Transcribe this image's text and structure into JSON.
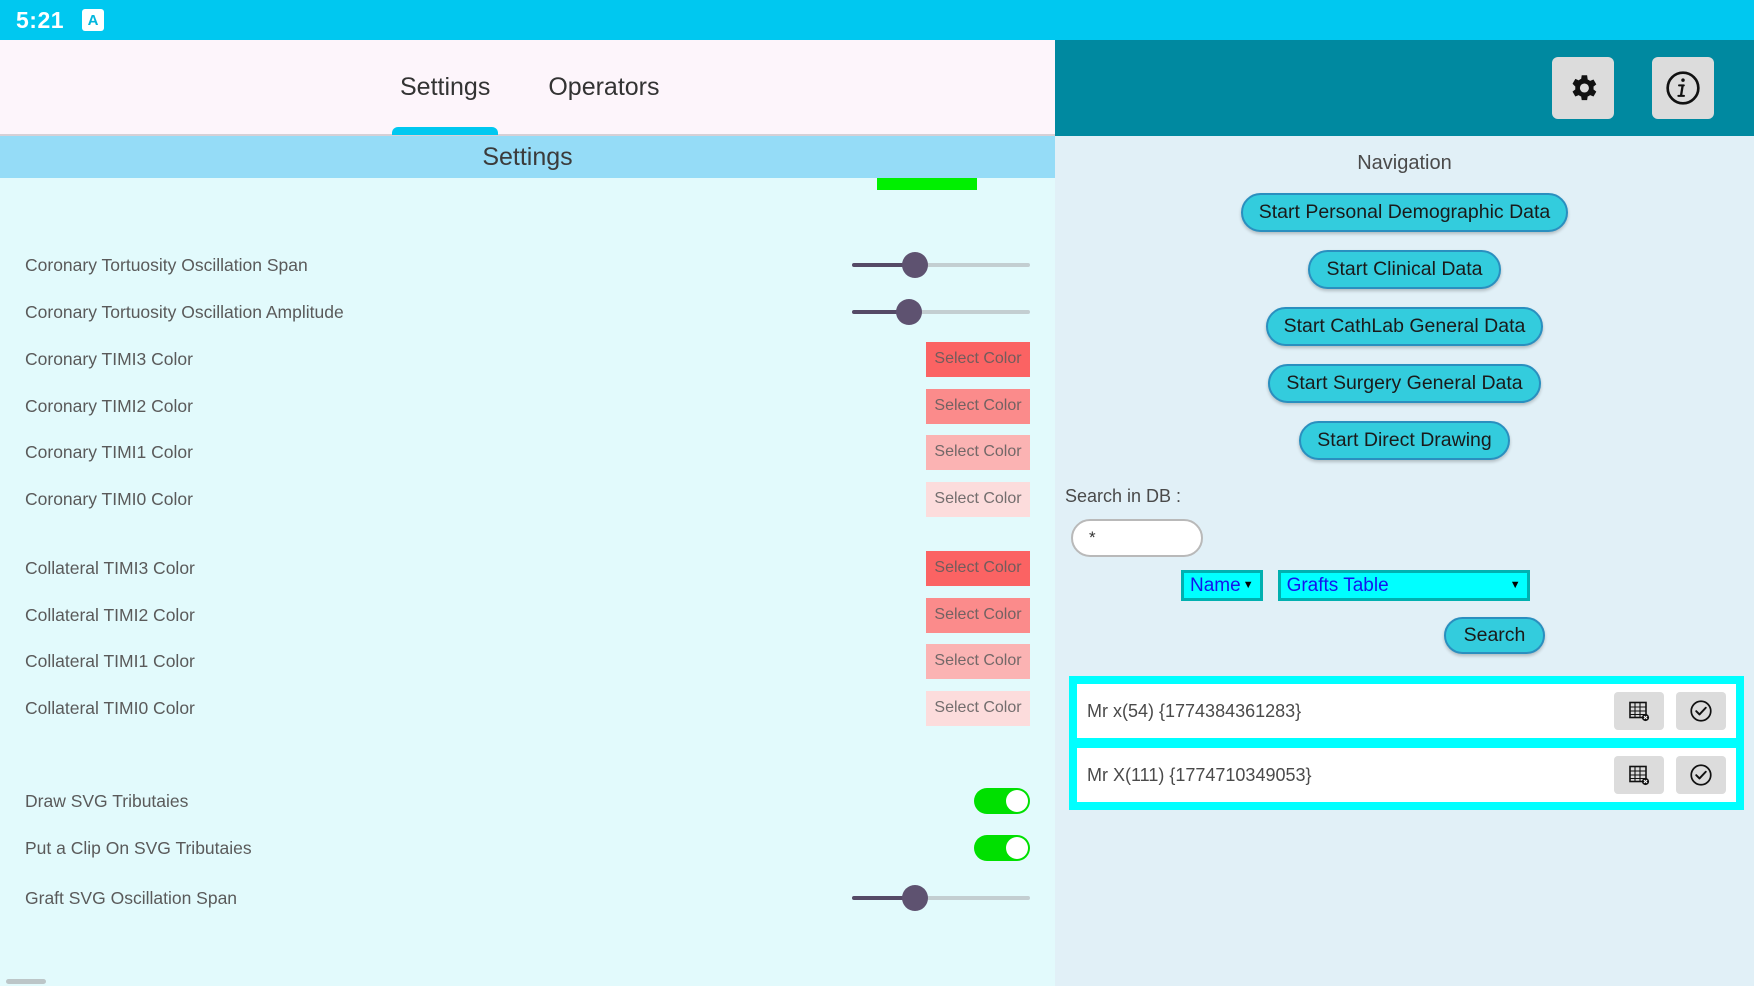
{
  "statusbar": {
    "time": "5:21",
    "app_badge_letter": "A"
  },
  "tabs": [
    {
      "label": "Settings",
      "active": true
    },
    {
      "label": "Operators",
      "active": false
    }
  ],
  "section": {
    "title": "Settings"
  },
  "settings": {
    "rows": [
      {
        "label": "Coronary Tortuosity Oscillation Span",
        "type": "slider",
        "value": 33
      },
      {
        "label": "Coronary Tortuosity Oscillation Amplitude",
        "type": "slider",
        "value": 30
      },
      {
        "label": "Coronary TIMI3 Color",
        "type": "color",
        "button_label": "Select Color",
        "color": "#fb6363"
      },
      {
        "label": "Coronary TIMI2 Color",
        "type": "color",
        "button_label": "Select Color",
        "color": "#fb8b8b"
      },
      {
        "label": "Coronary TIMI1 Color",
        "type": "color",
        "button_label": "Select Color",
        "color": "#fbb3b3"
      },
      {
        "label": "Coronary TIMI0 Color",
        "type": "color",
        "button_label": "Select Color",
        "color": "#fcdcdc"
      },
      {
        "label": "Collateral TIMI3 Color",
        "type": "color",
        "button_label": "Select Color",
        "color": "#fb6363"
      },
      {
        "label": "Collateral TIMI2 Color",
        "type": "color",
        "button_label": "Select Color",
        "color": "#fb8b8b"
      },
      {
        "label": "Collateral TIMI1 Color",
        "type": "color",
        "button_label": "Select Color",
        "color": "#fbb3b3"
      },
      {
        "label": "Collateral TIMI0 Color",
        "type": "color",
        "button_label": "Select Color",
        "color": "#fcdcdc"
      },
      {
        "label": "Draw SVG Tributaies",
        "type": "toggle",
        "value": "on"
      },
      {
        "label": "Put a Clip On SVG Tributaies",
        "type": "toggle",
        "value": "on"
      },
      {
        "label": "Graft SVG Oscillation Span",
        "type": "slider",
        "value": 33
      }
    ]
  },
  "right_header": {
    "gear_icon": "gear-icon",
    "info_icon": "info-icon"
  },
  "navigation": {
    "title": "Navigation",
    "buttons": [
      {
        "label": "Start Personal Demographic Data"
      },
      {
        "label": "Start Clinical Data"
      },
      {
        "label": "Start CathLab General Data"
      },
      {
        "label": "Start Surgery General Data"
      },
      {
        "label": "Start Direct Drawing"
      }
    ]
  },
  "search": {
    "label": "Search in DB :",
    "input_value": "*",
    "input_placeholder": "",
    "field_select": "Name",
    "table_select": "Grafts Table",
    "button_label": "Search"
  },
  "results": [
    {
      "name": "Mr x(54) {1774384361283}",
      "table_icon": "table-data-icon",
      "check_icon": "check-circle-icon"
    },
    {
      "name": "Mr X(111) {1774710349053}",
      "table_icon": "table-data-icon",
      "check_icon": "check-circle-icon"
    }
  ],
  "colors": {
    "status_bar": "#00c8f0",
    "tab_accent": "#00c8f0",
    "section_header": "#95dcf7",
    "left_bg": "#e2fafc",
    "right_header": "#0089a0",
    "right_bg": "#e1f0f7",
    "nav_button": "#33ccdd",
    "dropdown_bg": "#00ffff",
    "dropdown_text": "#1515ee",
    "toggle_on": "#00e000",
    "results_border": "#00ffff",
    "green_bar": "#00f000",
    "slider_thumb": "#5e5270"
  }
}
